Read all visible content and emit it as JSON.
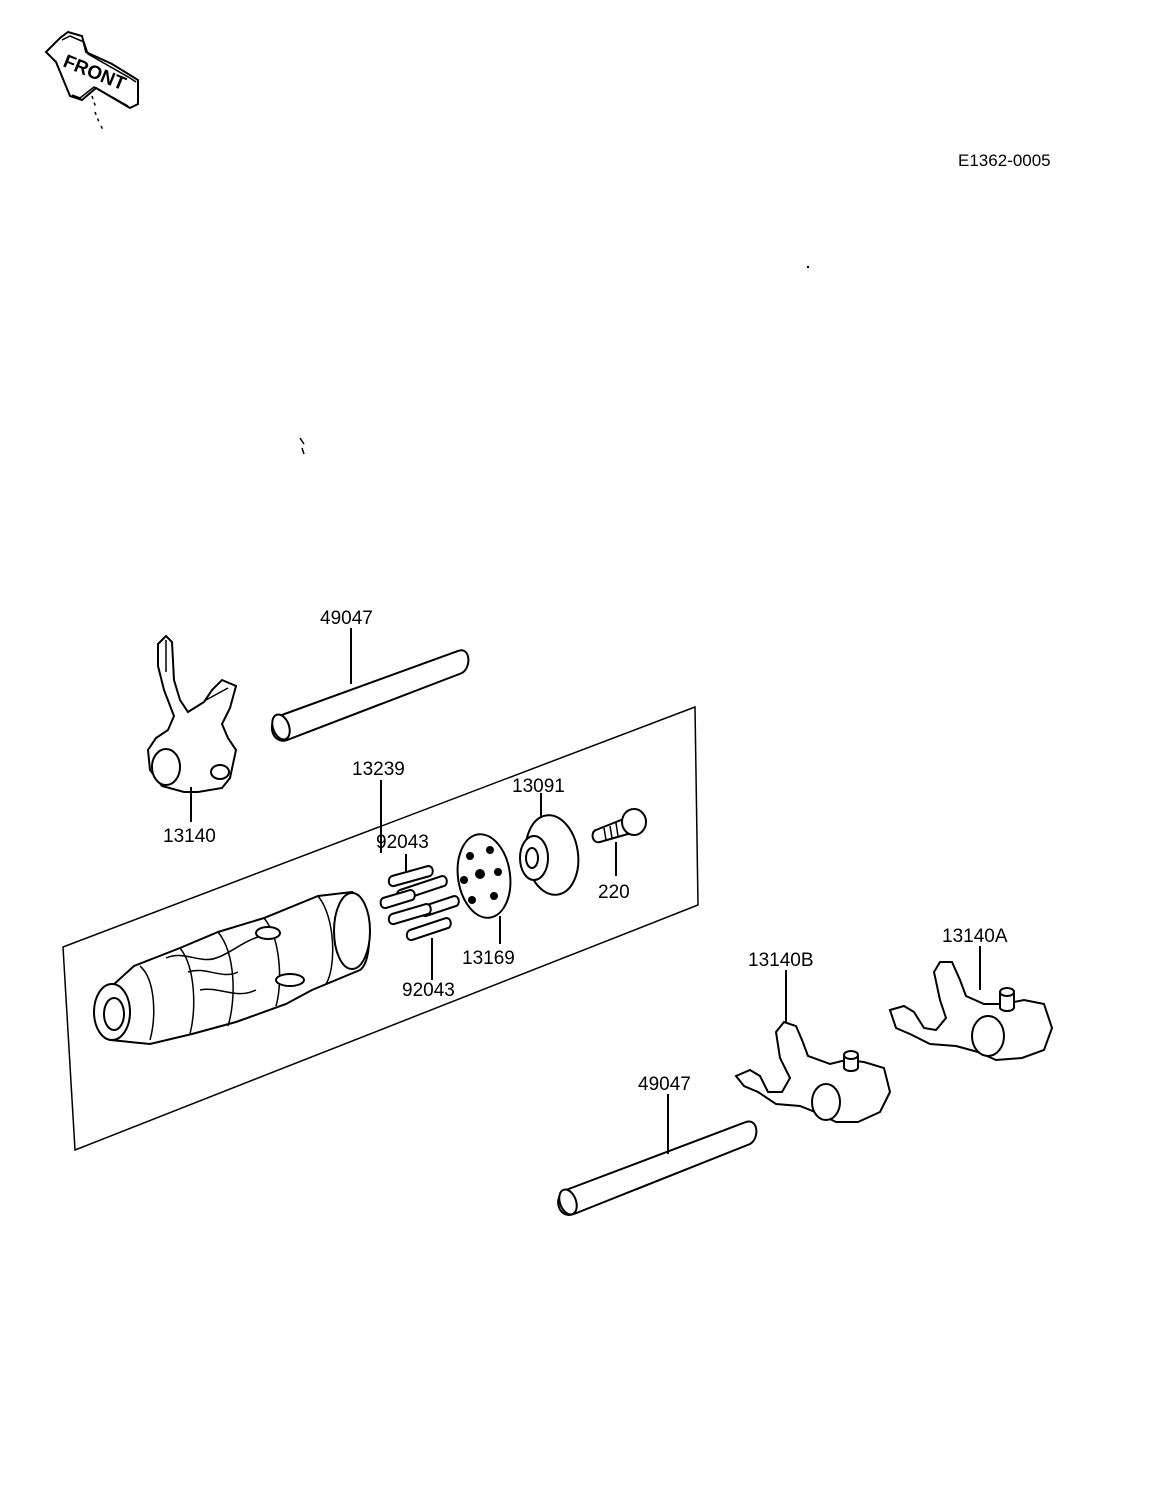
{
  "header": {
    "front_label": "FRONT",
    "diagram_code": "E1362-0005"
  },
  "parts": {
    "fork_shaft_top": "49047",
    "fork_left": "13140",
    "drum_assembly": "13239",
    "drum_cover": "13091",
    "pins_upper": "92043",
    "pin_plate": "13169",
    "bolt": "220",
    "pins_lower": "92043",
    "fork_a": "13140A",
    "fork_b": "13140B",
    "fork_shaft_bottom": "49047"
  }
}
